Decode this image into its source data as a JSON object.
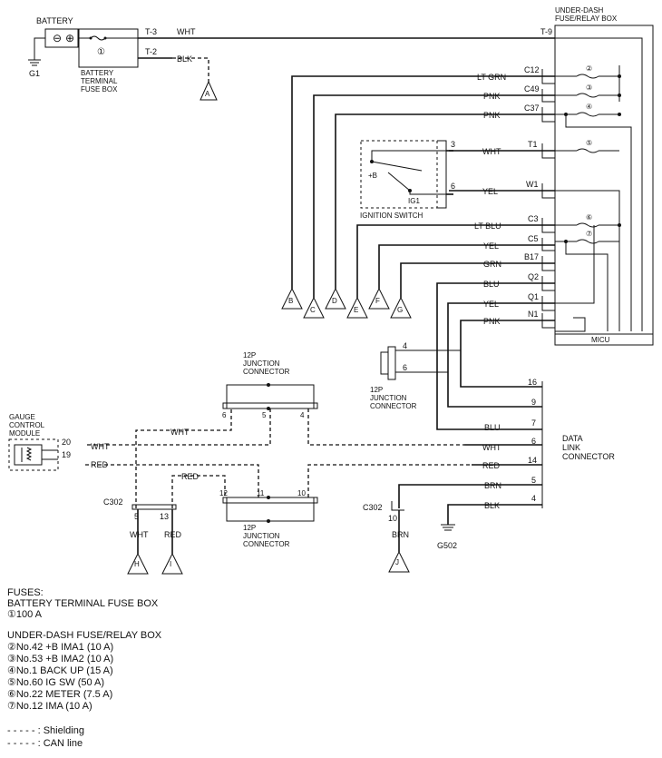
{
  "components": {
    "battery": "BATTERY",
    "battery_fuse_box": [
      "BATTERY",
      "TERMINAL",
      "FUSE BOX"
    ],
    "underdash_box": [
      "UNDER-DASH",
      "FUSE/RELAY BOX"
    ],
    "micu": "MICU",
    "ignition_switch": "IGNITION SWITCH",
    "gauge_module": [
      "GAUGE",
      "CONTROL",
      "MODULE"
    ],
    "junction_connector": [
      "12P",
      "JUNCTION",
      "CONNECTOR"
    ],
    "data_link_connector": [
      "DATA",
      "LINK",
      "CONNECTOR"
    ],
    "c302": "C302",
    "g1": "G1",
    "g502": "G502",
    "ign_b": "+B",
    "ign_ig1": "IG1",
    "battery_fuse_number": "①"
  },
  "battery_terminals": {
    "t3": "T-3",
    "t2": "T-2",
    "t9": "T-9"
  },
  "underdash_connectors": [
    {
      "pin": "C12",
      "wire": "LT GRN",
      "to": "B",
      "fuse": "②"
    },
    {
      "pin": "C49",
      "wire": "PNK",
      "to": "C",
      "fuse": "③"
    },
    {
      "pin": "C37",
      "wire": "PNK",
      "to": "D",
      "fuse": "④"
    },
    {
      "pin": "T1",
      "wire": "WHT",
      "to": "",
      "fuse": "⑤"
    },
    {
      "pin": "W1",
      "wire": "YEL",
      "to": "",
      "fuse": ""
    },
    {
      "pin": "C3",
      "wire": "LT BLU",
      "to": "E",
      "fuse": "⑥"
    },
    {
      "pin": "C5",
      "wire": "YEL",
      "to": "F",
      "fuse": "⑦"
    },
    {
      "pin": "B17",
      "wire": "GRN",
      "to": "G",
      "fuse": ""
    },
    {
      "pin": "Q2",
      "wire": "BLU",
      "to": "",
      "fuse": ""
    },
    {
      "pin": "Q1",
      "wire": "YEL",
      "to": "",
      "fuse": ""
    },
    {
      "pin": "N1",
      "wire": "PNK",
      "to": "",
      "fuse": ""
    }
  ],
  "wires": {
    "battery_main": "WHT",
    "battery_ground": "BLK"
  },
  "ignition_pins": [
    "3",
    "6"
  ],
  "ground_terminals": [
    "A",
    "B",
    "C",
    "D",
    "E",
    "F",
    "G",
    "H",
    "I",
    "J"
  ],
  "junction_small_pins": [
    "4",
    "6"
  ],
  "junction_top_pins": [
    "6",
    "5",
    "4"
  ],
  "junction_bottom_pins": [
    "12",
    "11",
    "10"
  ],
  "gauge_pins": [
    {
      "pin": "20",
      "wire": "WHT"
    },
    {
      "pin": "19",
      "wire": "RED"
    }
  ],
  "c302_pins": [
    "5",
    "13"
  ],
  "c302_wires": [
    "WHT",
    "RED"
  ],
  "c302_right_pin": "10",
  "c302_right_wire": "BRN",
  "dlc_pins": [
    {
      "pin": "16",
      "wire": ""
    },
    {
      "pin": "9",
      "wire": ""
    },
    {
      "pin": "7",
      "wire": "BLU"
    },
    {
      "pin": "6",
      "wire": "WHT"
    },
    {
      "pin": "14",
      "wire": "RED"
    },
    {
      "pin": "5",
      "wire": "BRN"
    },
    {
      "pin": "4",
      "wire": "BLK"
    }
  ],
  "wire_labels": {
    "jc_top_wht": "WHT",
    "jc_red": "RED"
  },
  "legend": {
    "fuses_title": "FUSES:",
    "battery_box_title": "BATTERY TERMINAL FUSE BOX",
    "battery_fuse": "①100 A",
    "underdash_title": "UNDER-DASH FUSE/RELAY BOX",
    "fuses": [
      "②No.42 +B IMA1 (10 A)",
      "③No.53 +B IMA2 (10 A)",
      "④No.1 BACK UP (15 A)",
      "⑤No.60 IG SW (50 A)",
      "⑥No.22 METER (7.5 A)",
      "⑦No.12 IMA (10 A)"
    ],
    "shielding": "- - - - - : Shielding",
    "can_line": "- - - - - : CAN line"
  }
}
